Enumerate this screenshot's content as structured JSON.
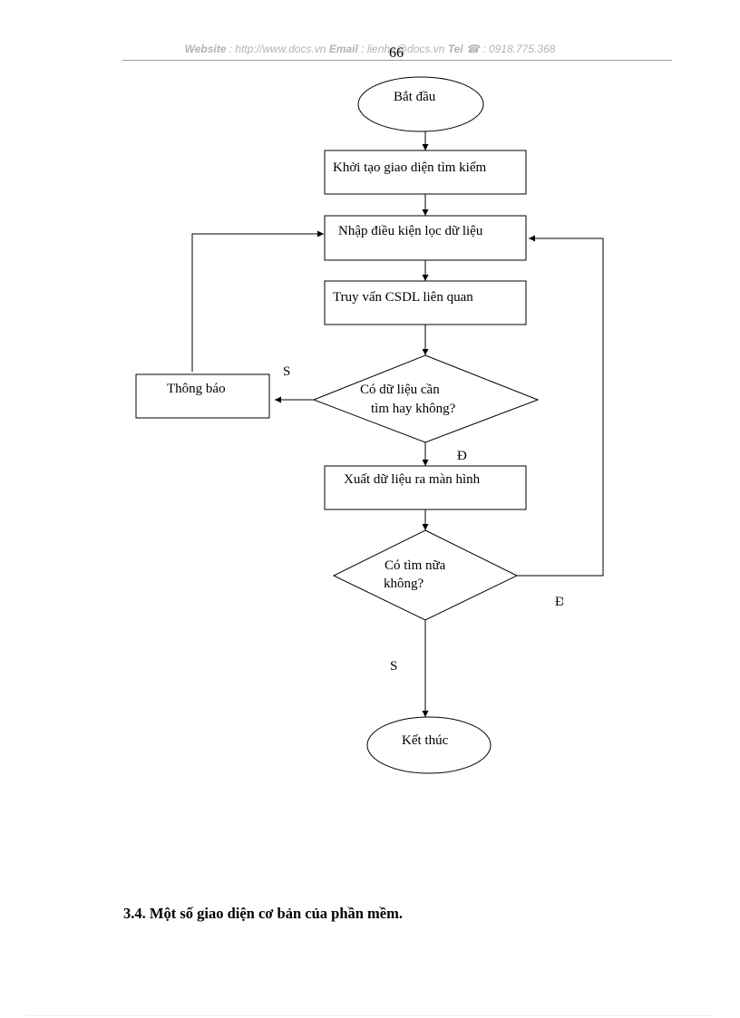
{
  "header": {
    "website_label": "Website",
    "website_value": " : http://www.docs.vn ",
    "email_label": "Email",
    "email_value": " : lienhe@docs.vn ",
    "tel_label": "Tel",
    "tel_icon": "phone-icon",
    "tel_value": " : 0918.775.368",
    "page_number": "66"
  },
  "flowchart": {
    "start": "Bắt đầu",
    "init": "Khởi tạo giao diện tìm kiếm",
    "input": "Nhập  điều kiện lọc dữ liệu",
    "query": "Truy  vấn  CSDL   liên quan",
    "decision1_line1": "Có dữ  liệu cần",
    "decision1_line2": "tìm hay  không?",
    "notify": "Thông báo",
    "label_s1": "S",
    "label_d1": "Đ",
    "output": "Xuất  dữ  liệu ra màn hình",
    "decision2_line1": "Có tìm nữa",
    "decision2_line2": "không?",
    "label_d2": "Đ",
    "label_s2": "S",
    "end": "Kết thúc"
  },
  "section": {
    "heading": "3.4. Một số giao diện cơ bản của phần mềm."
  }
}
